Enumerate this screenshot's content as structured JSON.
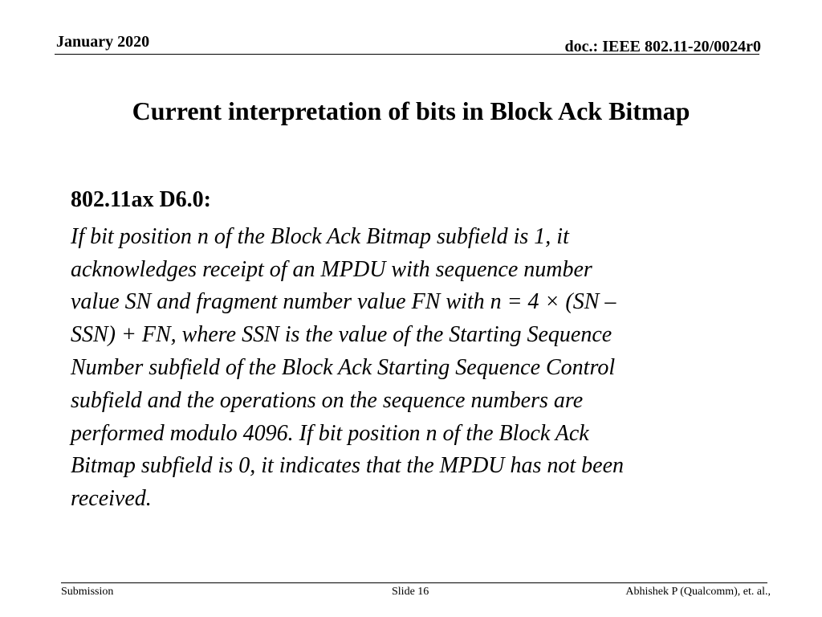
{
  "header": {
    "date": "January 2020",
    "doc_id": "doc.: IEEE 802.11-20/0024r0"
  },
  "slide": {
    "title": "Current interpretation of bits in Block Ack Bitmap",
    "version_heading": "802.11ax D6.0:",
    "paragraph_lines": [
      "If bit position n of the Block Ack Bitmap subfield is 1, it",
      "acknowledges receipt of an MPDU with sequence number",
      "value SN and fragment number value FN with n = 4 × (SN –",
      "SSN) + FN, where SSN is the value of the Starting Sequence",
      "Number subfield of the Block Ack Starting Sequence Control",
      "subfield and the operations on the sequence numbers are",
      "performed modulo 4096. If bit position n of the Block Ack",
      "Bitmap subfield is 0, it indicates that the MPDU has not been",
      "received."
    ]
  },
  "footer": {
    "left": "Submission",
    "center": "Slide 16",
    "right": "Abhishek P (Qualcomm), et. al.,"
  }
}
